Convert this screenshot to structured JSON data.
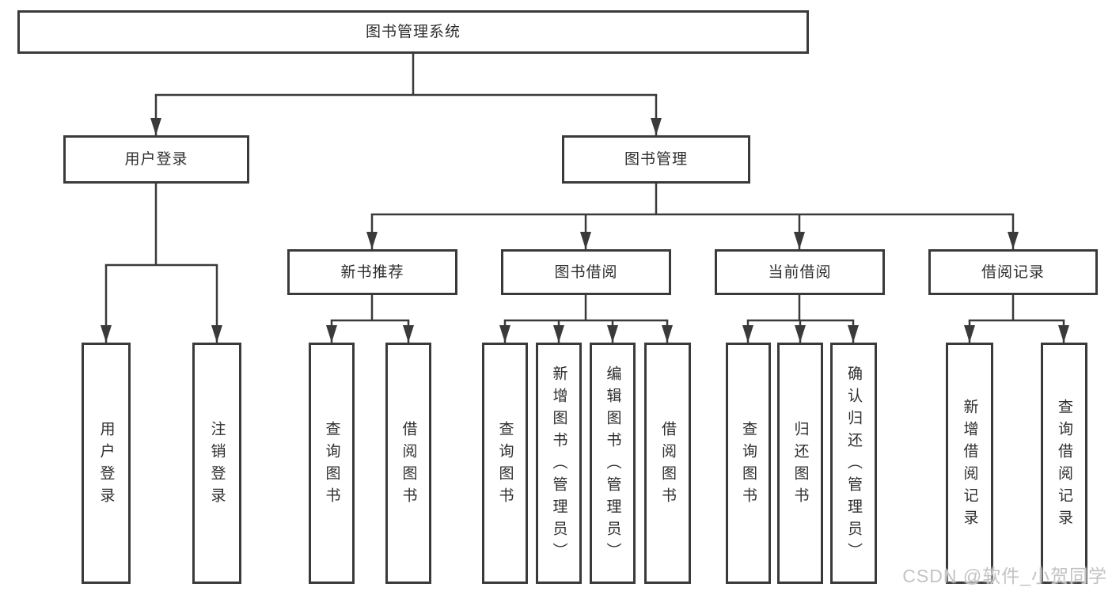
{
  "diagram": {
    "root": {
      "label": "图书管理系统"
    },
    "level2": [
      {
        "label": "用户登录"
      },
      {
        "label": "图书管理"
      }
    ],
    "level3": [
      {
        "label": "新书推荐"
      },
      {
        "label": "图书借阅"
      },
      {
        "label": "当前借阅"
      },
      {
        "label": "借阅记录"
      }
    ],
    "leaves": {
      "user_login": [
        {
          "label": "用户登录"
        },
        {
          "label": "注销登录"
        }
      ],
      "new_book": [
        {
          "label": "查询图书"
        },
        {
          "label": "借阅图书"
        }
      ],
      "book_borrow": [
        {
          "label": "查询图书"
        },
        {
          "label": "新增图书（管理员）"
        },
        {
          "label": "编辑图书（管理员）"
        },
        {
          "label": "借阅图书"
        }
      ],
      "current_borrow": [
        {
          "label": "查询图书"
        },
        {
          "label": "归还图书"
        },
        {
          "label": "确认归还（管理员）"
        }
      ],
      "borrow_records": [
        {
          "label": "新增借阅记录"
        },
        {
          "label": "查询借阅记录"
        }
      ]
    }
  },
  "watermark": {
    "text": "CSDN @软件_小贺同学",
    "color": "#c3c3c3"
  },
  "colors": {
    "line": "#3a3a3a",
    "box_border": "#3a3a3a",
    "text": "#2e2e2e",
    "background": "#ffffff"
  }
}
